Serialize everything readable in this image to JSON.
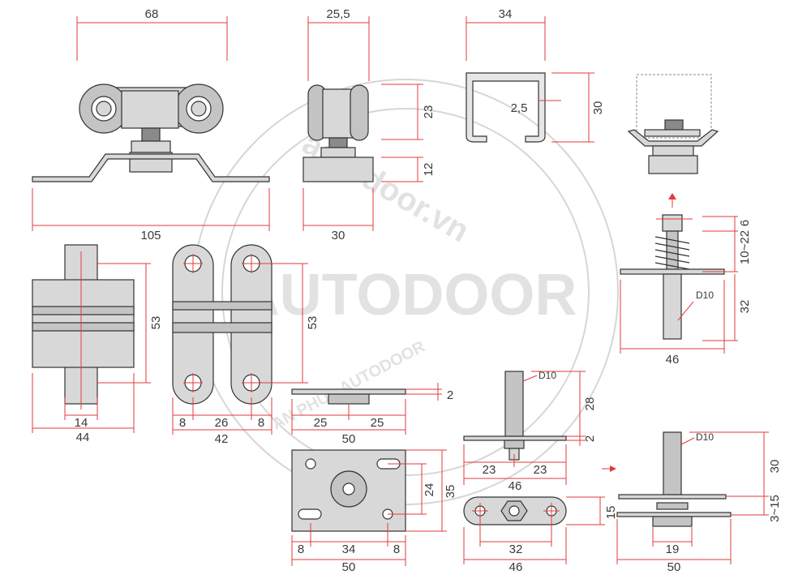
{
  "watermark": {
    "brand": "AUTODOOR",
    "site": "autodoor.vn",
    "tagline": "AN PHÚ - AUTODOOR"
  },
  "dims": {
    "d68": "68",
    "d25_5": "25,5",
    "d34": "34",
    "d23a": "23",
    "d12": "12",
    "d2_5": "2,5",
    "d30a": "30",
    "d105": "105",
    "d30b": "30",
    "d6": "6",
    "d10_22": "10~22",
    "d32a": "32",
    "d46a": "46",
    "d53a": "53",
    "d53b": "53",
    "d14": "14",
    "d44": "44",
    "d8a": "8",
    "d26": "26",
    "d8b": "8",
    "d42": "42",
    "d2a": "2",
    "d25a": "25",
    "d25b": "25",
    "d50a": "50",
    "d28": "28",
    "d2b": "2",
    "d23b": "23",
    "d23c": "23",
    "d46b": "46",
    "d24": "24",
    "d35": "35",
    "d8c": "8",
    "d34b": "34",
    "d8d": "8",
    "d50b": "50",
    "d15": "15",
    "d32b": "32",
    "d46c": "46",
    "d30c": "30",
    "d3_15": "3~15",
    "d19": "19",
    "d50c": "50"
  },
  "labels": {
    "d10a": "D10",
    "d10b": "D10",
    "d10c": "D10"
  },
  "colors": {
    "dimension_line": "#e23b3b",
    "part_fill": "#d8d8d8",
    "outline": "#333333"
  }
}
